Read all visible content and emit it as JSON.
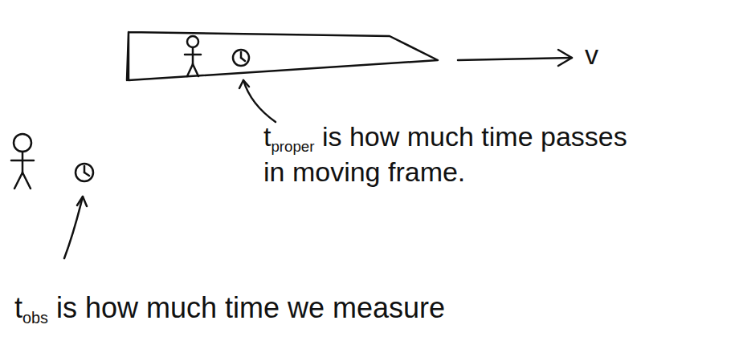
{
  "diagram": {
    "labels": [
      "v",
      "t",
      "proper",
      "is how much time passes in moving frame.",
      "t",
      "obs",
      "is how much time we measure"
    ]
  }
}
